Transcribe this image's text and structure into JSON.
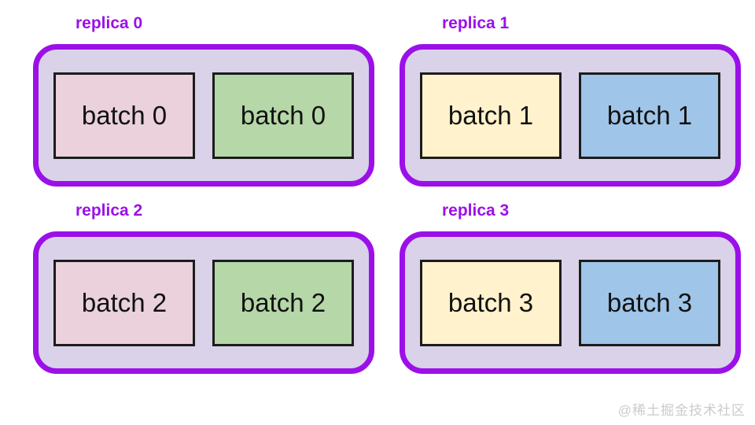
{
  "colors": {
    "replica_border": "#9b10e8",
    "replica_fill": "#d9d2e9",
    "label_text": "#9b10e8",
    "batch_border": "#1c1c1c",
    "pink": "#ead1dc",
    "green": "#b6d7a8",
    "cream": "#fff2cc",
    "blue": "#9fc5e8",
    "watermark": "#cbcbcb"
  },
  "replicas": [
    {
      "label": "replica 0",
      "batches": [
        {
          "text": "batch 0",
          "color": "#ead1dc"
        },
        {
          "text": "batch 0",
          "color": "#b6d7a8"
        }
      ]
    },
    {
      "label": "replica 1",
      "batches": [
        {
          "text": "batch 1",
          "color": "#fff2cc"
        },
        {
          "text": "batch 1",
          "color": "#9fc5e8"
        }
      ]
    },
    {
      "label": "replica 2",
      "batches": [
        {
          "text": "batch 2",
          "color": "#ead1dc"
        },
        {
          "text": "batch 2",
          "color": "#b6d7a8"
        }
      ]
    },
    {
      "label": "replica 3",
      "batches": [
        {
          "text": "batch 3",
          "color": "#fff2cc"
        },
        {
          "text": "batch 3",
          "color": "#9fc5e8"
        }
      ]
    }
  ],
  "watermark": {
    "text": "@稀土掘金技术社区"
  }
}
